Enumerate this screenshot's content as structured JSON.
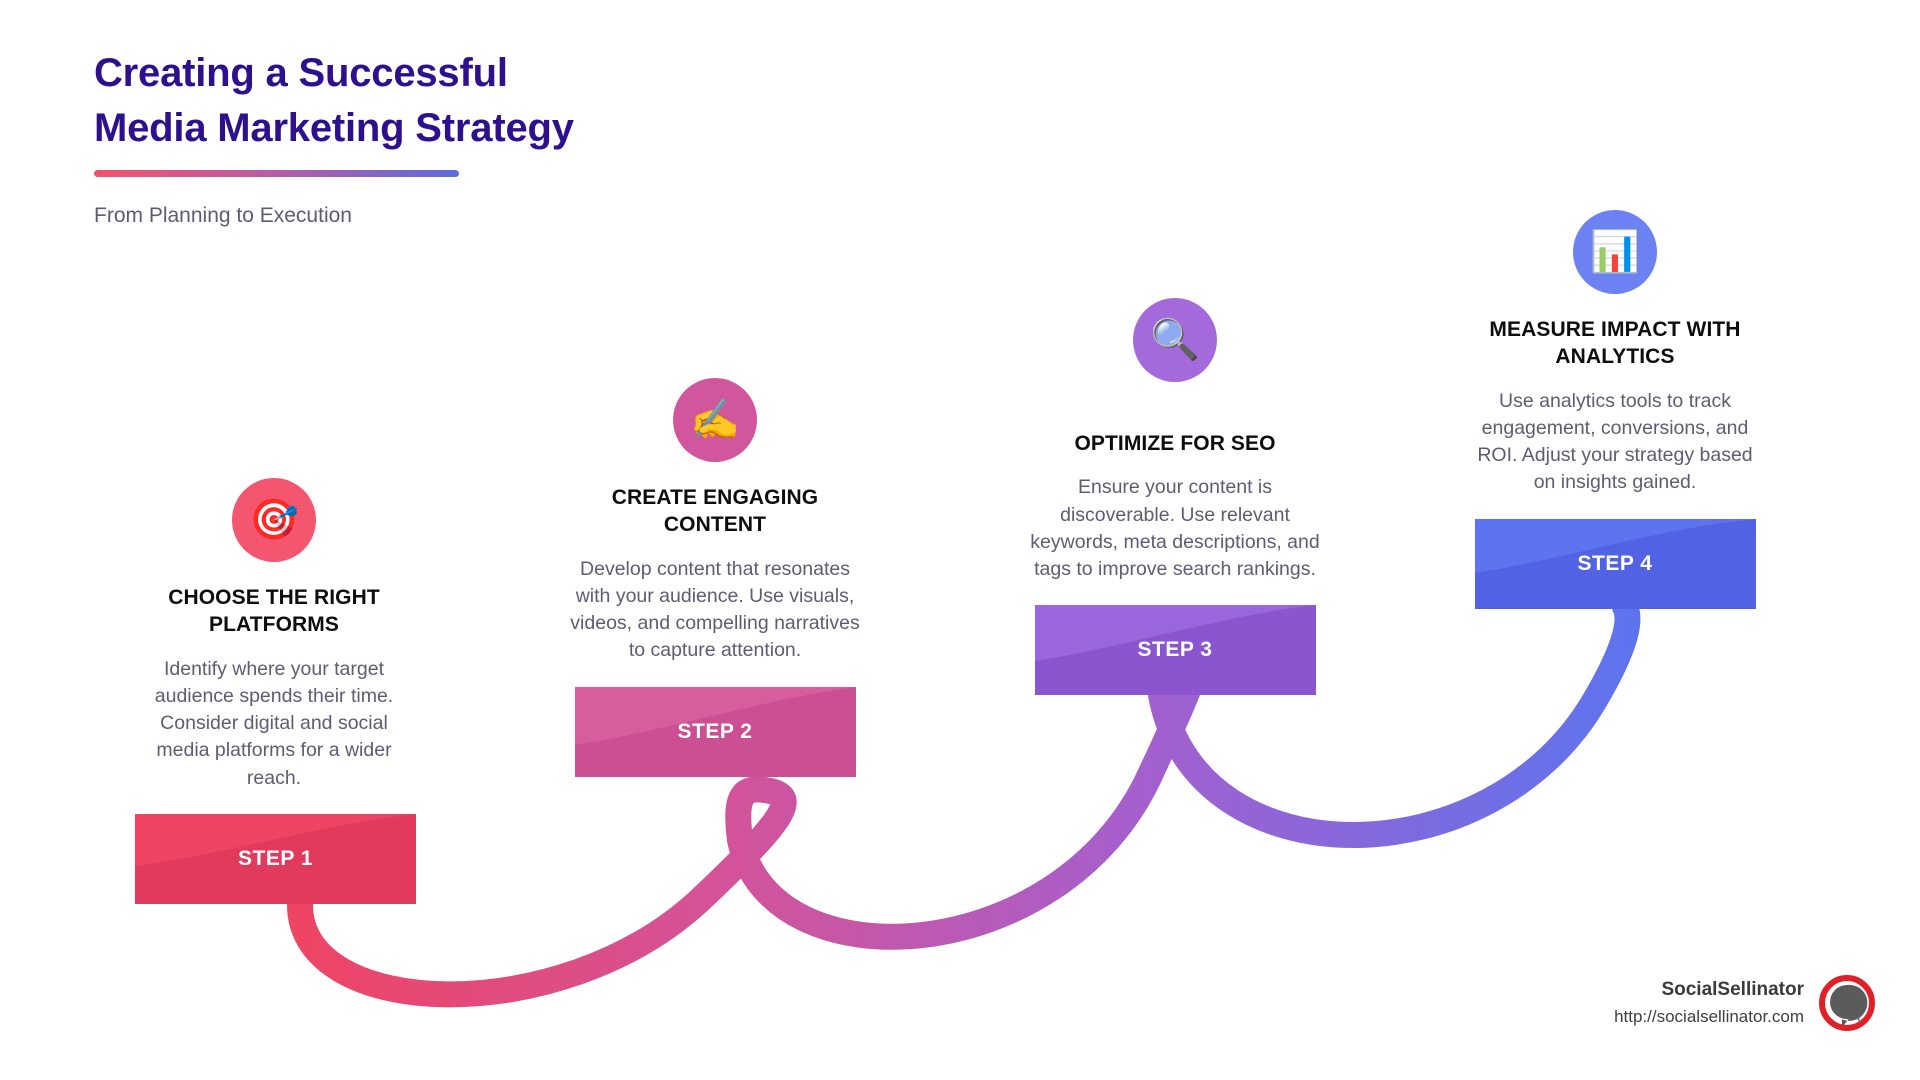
{
  "header": {
    "title_line_1": "Creating a Successful",
    "title_line_2": "Media Marketing Strategy",
    "subtitle": "From Planning to Execution",
    "title_color": "#2E108E",
    "rule_gradient_from": "#F4536A",
    "rule_gradient_to": "#5B6BE0"
  },
  "steps": [
    {
      "icon": "direct-hit-target-icon",
      "icon_glyph": "🎯",
      "icon_circle_color": "#F4556F",
      "title": "CHOOSE THE RIGHT PLATFORMS",
      "description": "Identify where your target audience spends their time. Consider digital and social media platforms for a wider reach.",
      "banner_label": "STEP 1",
      "banner_color": "#EE4565",
      "banner_color_dark": "#E23A5C"
    },
    {
      "icon": "writing-hand-icon",
      "icon_glyph": "✍️",
      "icon_circle_color": "#D1569D",
      "title": "CREATE ENGAGING CONTENT",
      "description": "Develop content that resonates with your audience. Use visuals, videos, and compelling narratives to capture attention.",
      "banner_label": "STEP 2",
      "banner_color": "#D75D9D",
      "banner_color_dark": "#CD4F93"
    },
    {
      "icon": "magnifying-glass-icon",
      "icon_glyph": "🔍",
      "icon_circle_color": "#A469DA",
      "title": "OPTIMIZE FOR SEO",
      "description": "Ensure your content is discoverable. Use relevant keywords, meta descriptions, and tags to improve search rankings.",
      "banner_label": "STEP 3",
      "banner_color": "#9A66DB",
      "banner_color_dark": "#8B55CF"
    },
    {
      "icon": "bar-chart-icon",
      "icon_glyph": "📊",
      "icon_circle_color": "#6C81F2",
      "title": "MEASURE IMPACT WITH ANALYTICS",
      "description": "Use analytics tools to track engagement, conversions, and ROI. Adjust your strategy based on insights gained.",
      "banner_label": "STEP 4",
      "banner_color": "#5E74EE",
      "banner_color_dark": "#5163E4"
    }
  ],
  "connector": {
    "gradient_stops": [
      "#EE4565",
      "#D2539A",
      "#A55FCD",
      "#5E74EE"
    ]
  },
  "brand": {
    "name": "SocialSellinator",
    "url": "http://socialsellinator.com",
    "logo_ring_color": "#E02027",
    "logo_bubble_color": "#5B5B5B"
  }
}
